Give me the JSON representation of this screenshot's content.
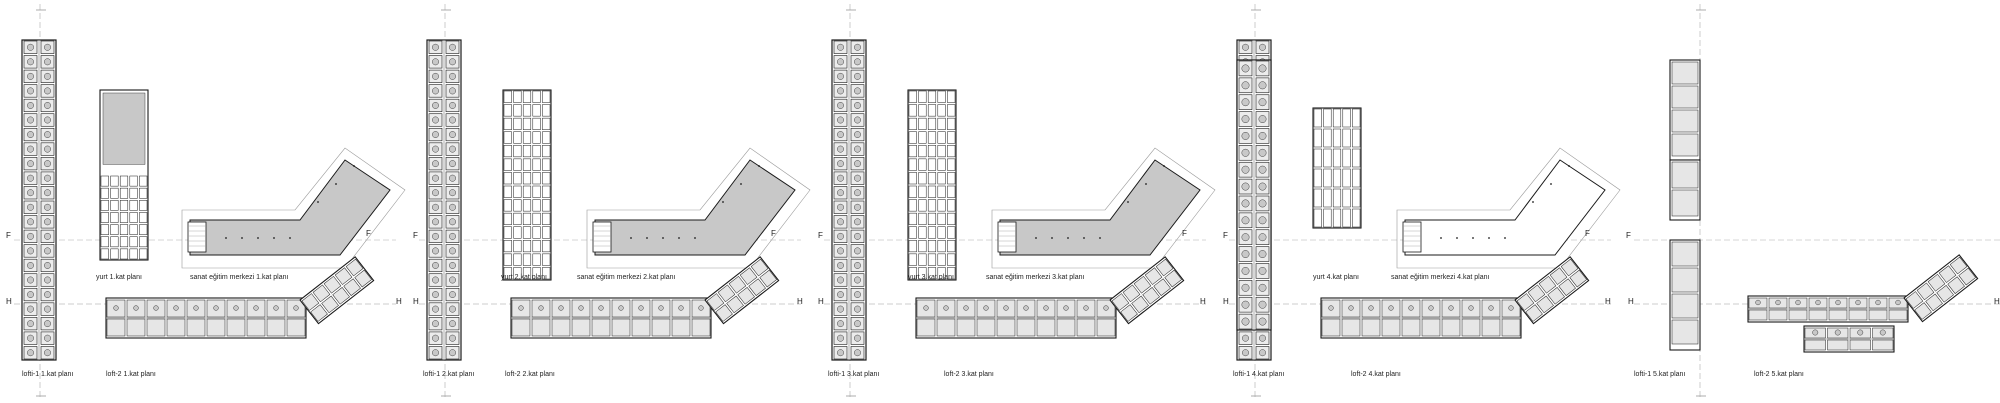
{
  "sheet": {
    "panels": [
      {
        "labels": {
          "lofti": "lofti-1 1.kat planı",
          "yurt": "yurt 1.kat planı",
          "sanat": "sanat eğitim merkezi 1.kat planı",
          "loft2": "loft-2 1.kat planı"
        },
        "axes": {
          "F": "F",
          "H": "H"
        }
      },
      {
        "labels": {
          "lofti": "lofti-1 2.kat planı",
          "yurt": "yurt 2.kat planı",
          "sanat": "sanat eğitim merkezi 2.kat planı",
          "loft2": "loft-2 2.kat planı"
        },
        "axes": {
          "F": "F",
          "H": "H"
        }
      },
      {
        "labels": {
          "lofti": "lofti-1 3.kat planı",
          "yurt": "yurt 3.kat planı",
          "sanat": "sanat eğitim merkezi 3.kat planı",
          "loft2": "loft-2 3.kat planı"
        },
        "axes": {
          "F": "F",
          "H": "H"
        }
      },
      {
        "labels": {
          "lofti": "lofti-1 4.kat planı",
          "yurt": "yurt 4.kat planı",
          "sanat": "sanat eğitim merkezi 4.kat planı",
          "loft2": "loft-2 4.kat planı"
        },
        "axes": {
          "F": "F",
          "H": "H"
        }
      },
      {
        "labels": {
          "lofti": "lofti-1 5.kat planı",
          "loft2": "loft-2 5.kat planı"
        },
        "axes": {
          "F": "F",
          "H": "H"
        }
      }
    ],
    "colors": {
      "line": "#1a1a1a",
      "fill": "#c8c8c8",
      "light": "#9a9a9a",
      "paper": "#ffffff"
    }
  }
}
